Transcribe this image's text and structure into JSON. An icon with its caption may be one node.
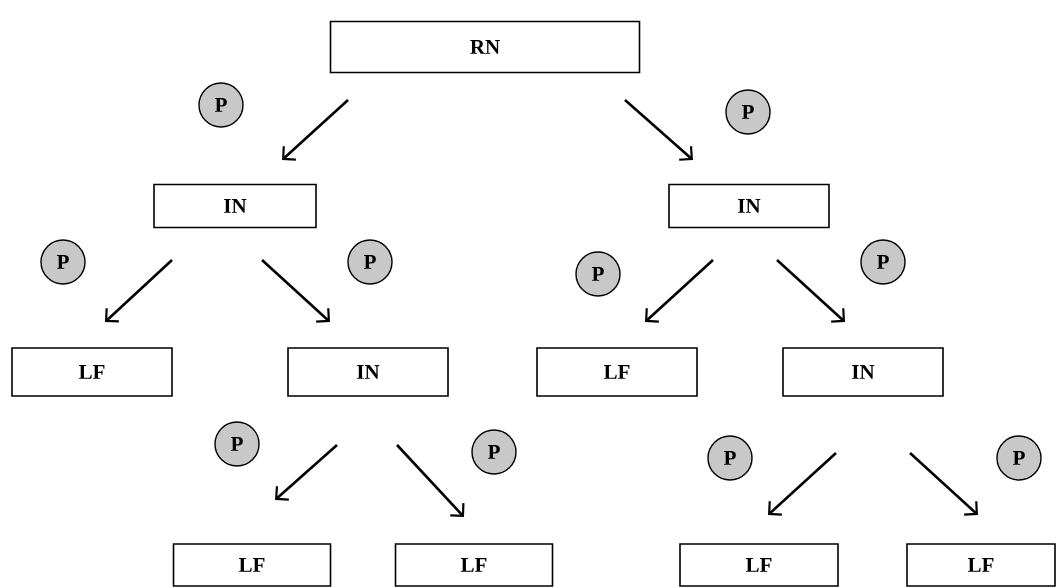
{
  "diagram": {
    "nodes": [
      {
        "text": [
          "RN"
        ]
      },
      {
        "text": [
          "IN"
        ]
      },
      {
        "text": [
          "IN"
        ]
      },
      {
        "text": [
          "LF"
        ]
      },
      {
        "text": [
          "IN"
        ]
      },
      {
        "text": [
          "LF"
        ]
      },
      {
        "text": [
          "IN"
        ]
      },
      {
        "text": [
          "LF"
        ]
      },
      {
        "text": [
          "LF"
        ]
      },
      {
        "text": [
          "LF"
        ]
      },
      {
        "text": [
          "LF"
        ]
      }
    ],
    "edges": [
      {
        "from": 0,
        "to": 1,
        "arrow": "to",
        "label": "P"
      },
      {
        "from": 0,
        "to": 2,
        "arrow": "to",
        "label": "P"
      },
      {
        "from": 1,
        "to": 3,
        "arrow": "to",
        "label": "P"
      },
      {
        "from": 1,
        "to": 4,
        "arrow": "to",
        "label": "P"
      },
      {
        "from": 2,
        "to": 5,
        "arrow": "to",
        "label": "P"
      },
      {
        "from": 2,
        "to": 6,
        "arrow": "to",
        "label": "P"
      },
      {
        "from": 4,
        "to": 7,
        "arrow": "to",
        "label": "P"
      },
      {
        "from": 4,
        "to": 8,
        "arrow": "to",
        "label": "P"
      },
      {
        "from": 6,
        "to": 9,
        "arrow": "to",
        "label": "P"
      },
      {
        "from": 6,
        "to": 10,
        "arrow": "to",
        "label": "P"
      }
    ]
  }
}
